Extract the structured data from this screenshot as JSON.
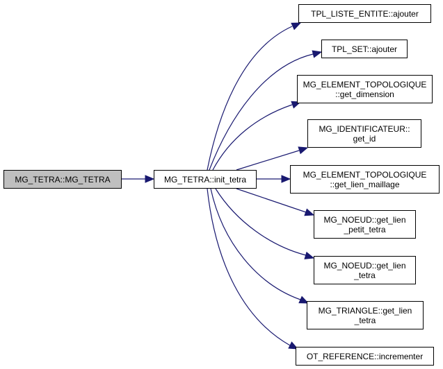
{
  "graph": {
    "type": "call-graph",
    "edge_color": "#191970",
    "root_fill": "#bfbfbf",
    "nodes": {
      "root": {
        "lines": [
          "MG_TETRA::MG_TETRA"
        ]
      },
      "init": {
        "lines": [
          "MG_TETRA::init_tetra"
        ]
      },
      "c0": {
        "lines": [
          "TPL_LISTE_ENTITE::ajouter"
        ]
      },
      "c1": {
        "lines": [
          "TPL_SET::ajouter"
        ]
      },
      "c2": {
        "lines": [
          "MG_ELEMENT_TOPOLOGIQUE",
          "::get_dimension"
        ]
      },
      "c3": {
        "lines": [
          "MG_IDENTIFICATEUR::",
          "get_id"
        ]
      },
      "c4": {
        "lines": [
          "MG_ELEMENT_TOPOLOGIQUE",
          "::get_lien_maillage"
        ]
      },
      "c5": {
        "lines": [
          "MG_NOEUD::get_lien",
          "_petit_tetra"
        ]
      },
      "c6": {
        "lines": [
          "MG_NOEUD::get_lien",
          "_tetra"
        ]
      },
      "c7": {
        "lines": [
          "MG_TRIANGLE::get_lien",
          "_tetra"
        ]
      },
      "c8": {
        "lines": [
          "OT_REFERENCE::incrementer"
        ]
      }
    },
    "edges": [
      [
        "root",
        "init"
      ],
      [
        "init",
        "c0"
      ],
      [
        "init",
        "c1"
      ],
      [
        "init",
        "c2"
      ],
      [
        "init",
        "c3"
      ],
      [
        "init",
        "c4"
      ],
      [
        "init",
        "c5"
      ],
      [
        "init",
        "c6"
      ],
      [
        "init",
        "c7"
      ],
      [
        "init",
        "c8"
      ]
    ]
  }
}
